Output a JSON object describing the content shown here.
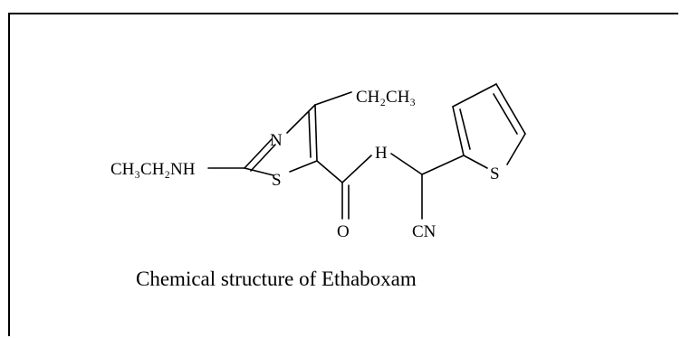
{
  "diagram": {
    "caption": "Chemical structure of Ethaboxam",
    "atoms": {
      "amine_group": "CH₃CH₂NH",
      "thiazole_n": "N",
      "thiazole_s": "S",
      "ethyl_group": "CH₂CH₃",
      "carbonyl_o": "O",
      "amide_h": "H",
      "nitrile": "CN",
      "thiophene_s": "S"
    }
  }
}
